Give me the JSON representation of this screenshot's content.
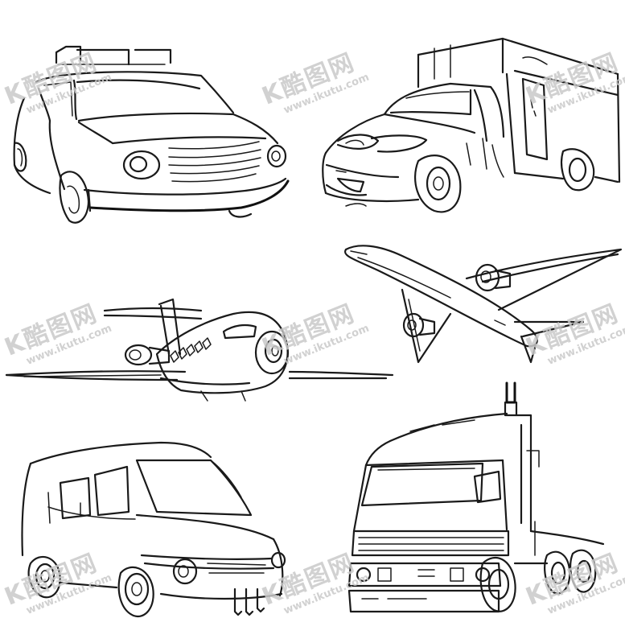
{
  "image": {
    "subject": "vehicle-sketches",
    "colors": {
      "ink": "#1a1a1a",
      "background": "#ffffff",
      "watermark": "#c9c9c9"
    }
  },
  "watermark": {
    "brand": "K酷图网",
    "url": "www.ikutu.com"
  }
}
